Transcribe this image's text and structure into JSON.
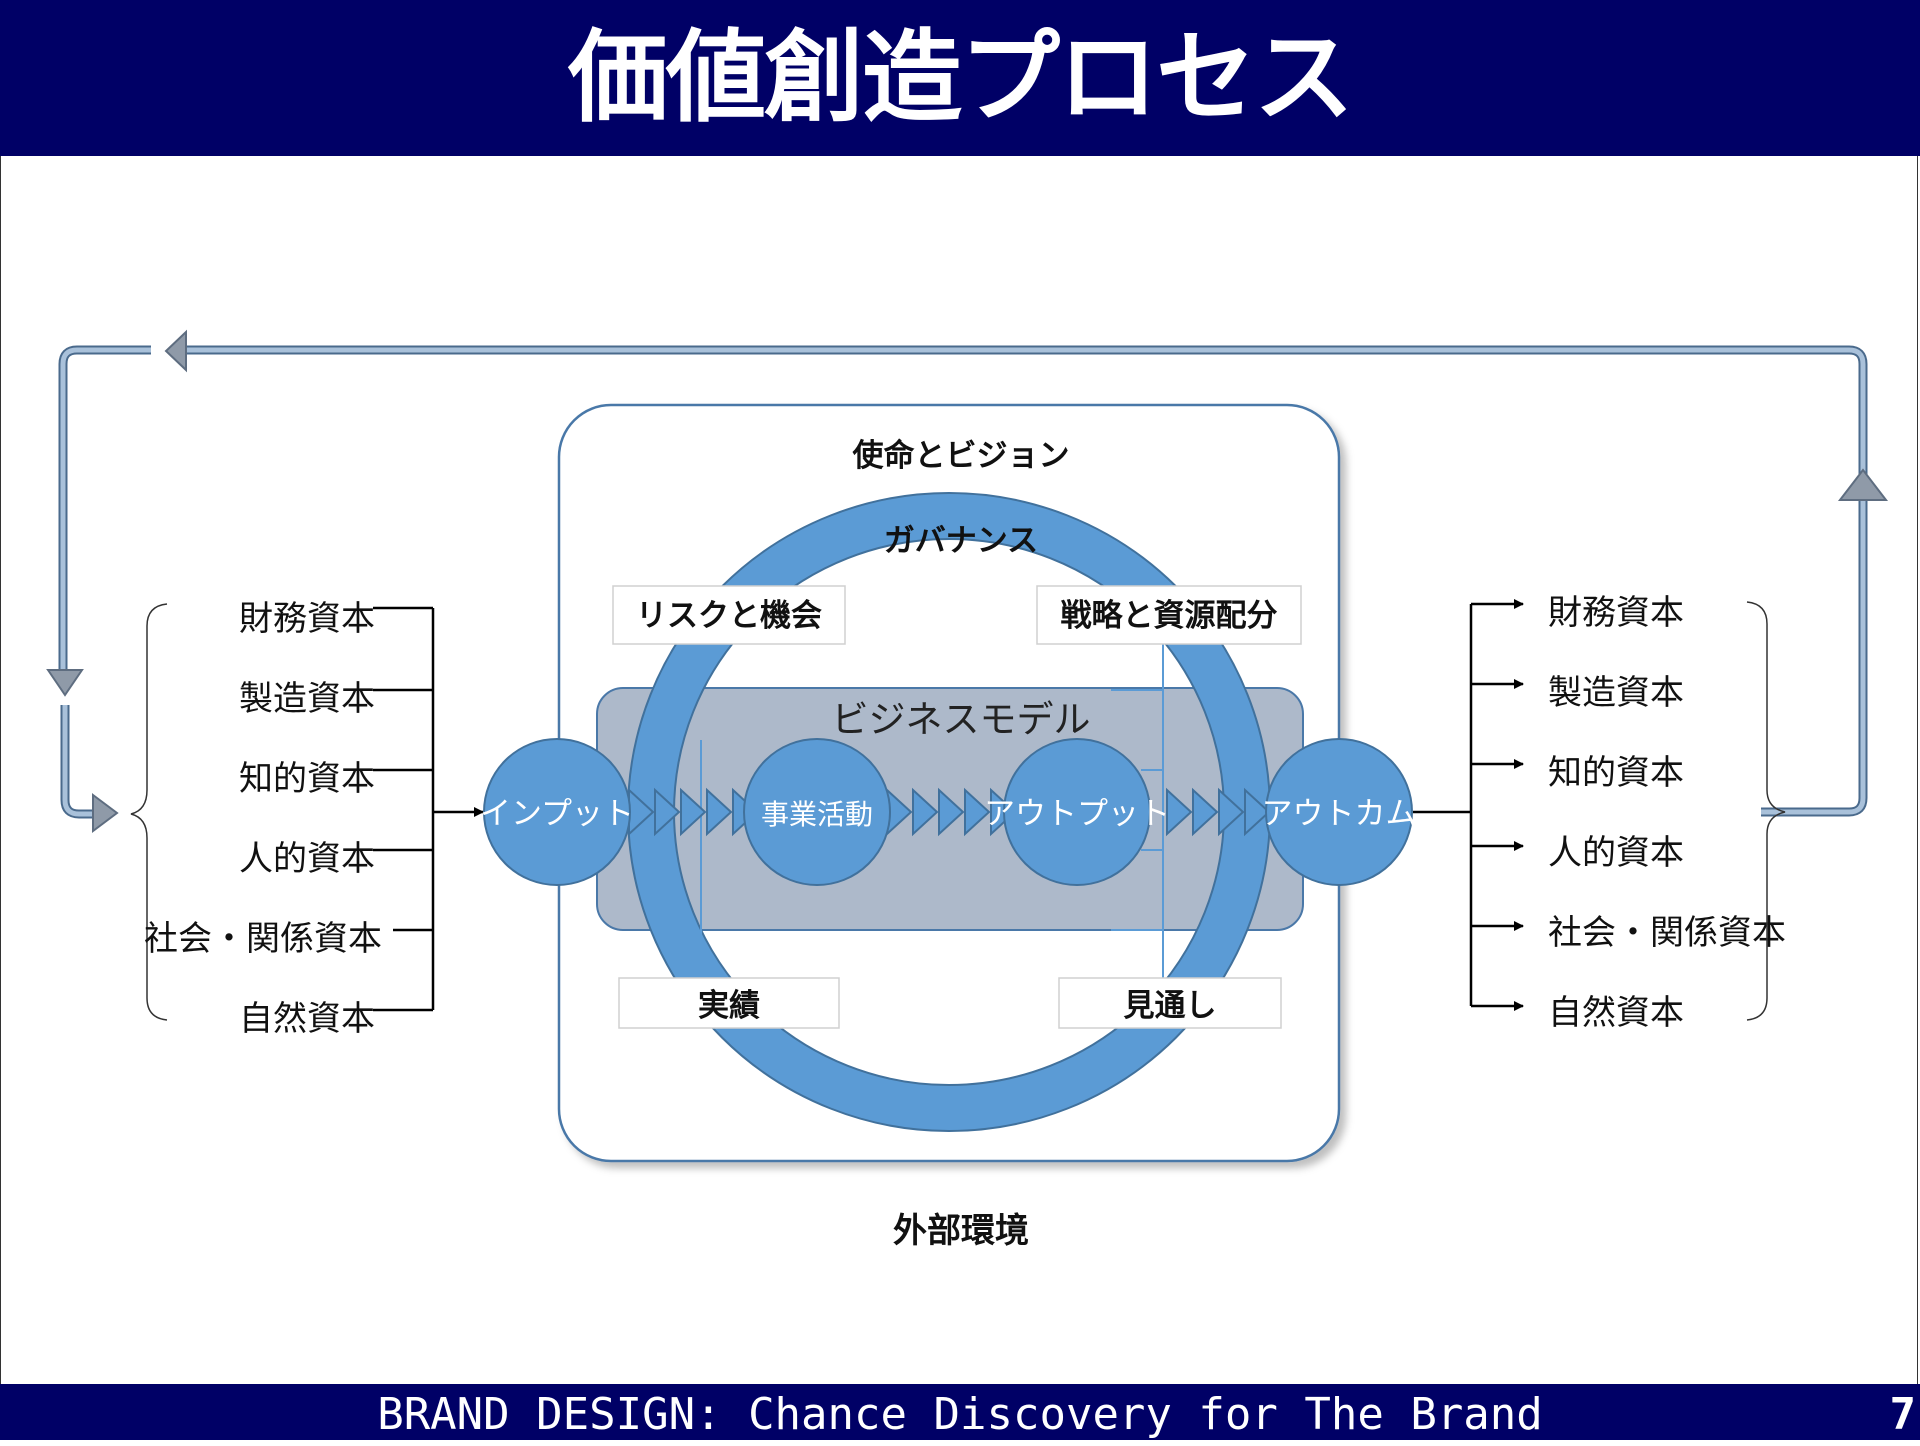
{
  "header": {
    "title": "価値創造プロセス"
  },
  "diagram": {
    "mission": "使命とビジョン",
    "governance": "ガバナンス",
    "risk": "リスクと機会",
    "strategy": "戦略と資源配分",
    "business_model": "ビジネスモデル",
    "input": "インプット",
    "activity": "事業活動",
    "output": "アウトプット",
    "outcome": "アウトカム",
    "performance": "実績",
    "outlook": "見通し",
    "environment": "外部環境",
    "left_capitals": [
      "財務資本",
      "製造資本",
      "知的資本",
      "人的資本",
      "社会・関係資本",
      "自然資本"
    ],
    "right_capitals": [
      "財務資本",
      "製造資本",
      "知的資本",
      "人的資本",
      "社会・関係資本",
      "自然資本"
    ]
  },
  "colors": {
    "header_bg": "#000066",
    "circle_blue": "#5b9bd5",
    "band_gray": "#adb9ca",
    "arrow_gray": "#8f9aa8"
  },
  "footer": {
    "text": "BRAND DESIGN: Chance Discovery for The Brand",
    "page": "7"
  }
}
